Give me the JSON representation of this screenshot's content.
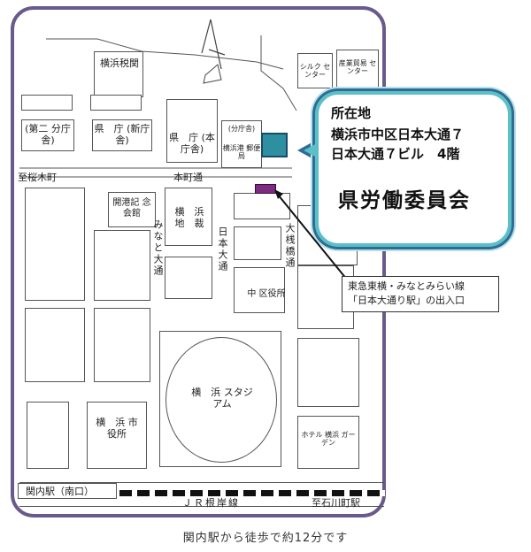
{
  "bubble": {
    "heading": "所在地",
    "address_line1": "横浜市中区日本大通７",
    "address_line2": "日本大通７ビル　4階",
    "org_name": "県労働委員会"
  },
  "note": {
    "line1": "東急東横・みなとみらい線",
    "line2": "「日本大通り駅」の出入口"
  },
  "labels": {
    "yokohama_customs": "横浜税関",
    "silk_center": "シルク センター",
    "trade_center": "産業貿易 センター",
    "pref_second_annex": "(第二 分庁舎)",
    "pref_new_bldg": "県　庁 (新庁舎)",
    "pref_main_bldg": "県　庁 (本庁舎)",
    "pref_annex": "(分庁舎)",
    "post_office": "横浜港 郵便局",
    "to_sakuragicho": "至桜木町",
    "honmachi_dori": "本町通",
    "kaiko_kinenkan": "開港記 念会館",
    "yokohama_court": "横　浜 地　裁",
    "minato_odori": "みなと大通",
    "nihon_odori": "日本大通",
    "ohsanbashi_dori": "大桟橋通",
    "naka_ward_office": "中 区役所",
    "stadium": "横　浜 スタジアム",
    "city_hall": "横　浜 市役所",
    "hotel_garden": "ホテル 横浜 ガーデン",
    "kannai_station": "関内駅（南口）",
    "jr_line": "ＪＲ根岸線",
    "to_ishikawacho": "至石川町駅"
  },
  "footer": "関内駅から徒歩で約12分です",
  "colors": {
    "frame": "#6a5a8c",
    "bubble_border": "#5bbfc8",
    "bubble_outer": "#2f6b93",
    "office_marker": "#2d8fa0",
    "exit_marker": "#7b2c7e"
  }
}
